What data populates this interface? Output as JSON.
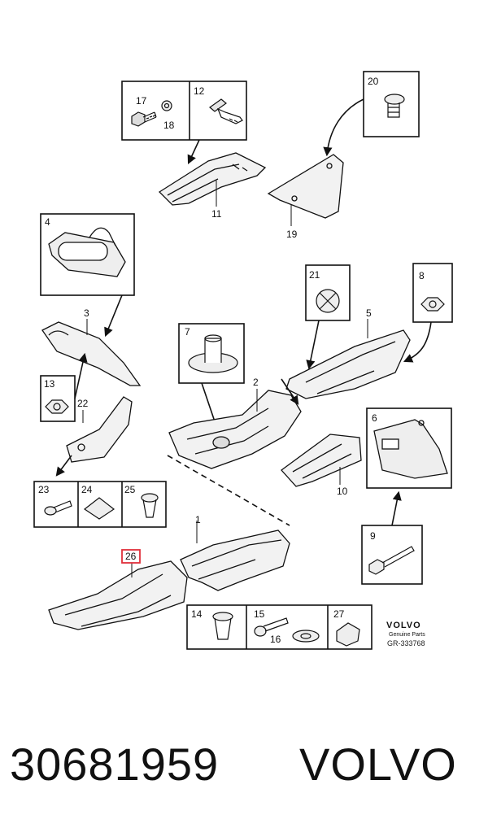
{
  "diagram": {
    "callouts": {
      "c1": "1",
      "c2": "2",
      "c3": "3",
      "c4": "4",
      "c5": "5",
      "c6": "6",
      "c7": "7",
      "c8": "8",
      "c9": "9",
      "c10": "10",
      "c11": "11",
      "c12": "12",
      "c13": "13",
      "c14": "14",
      "c15": "15",
      "c16": "16",
      "c17": "17",
      "c18": "18",
      "c19": "19",
      "c20": "20",
      "c21": "21",
      "c22": "22",
      "c23": "23",
      "c24": "24",
      "c25": "25",
      "c26": "26",
      "c27": "27"
    },
    "highlighted_callout": "26",
    "highlight_color": "#e0303a",
    "brand_mark": "VOLVO",
    "brand_subtitle": "Genuine Parts",
    "reference": "GR-333768"
  },
  "footer": {
    "part_number": "30681959",
    "brand": "VOLVO"
  }
}
